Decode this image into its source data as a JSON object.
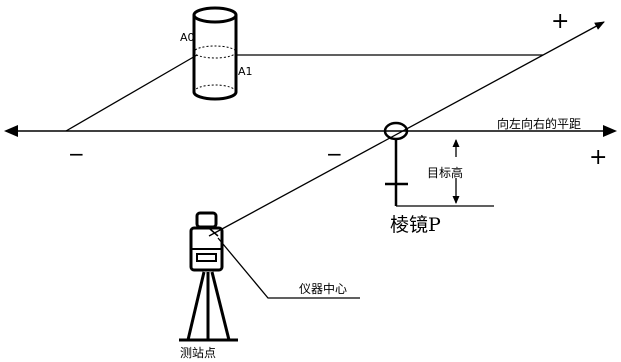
{
  "labels": {
    "a0": "A0",
    "a1": "A1",
    "plus_top": "+",
    "plus_right": "+",
    "minus_left": "−",
    "minus_mid": "−",
    "horizontal_distance": "向左向右的平距",
    "target_height": "目标高",
    "prism": "棱镜P",
    "instrument_center": "仪器中心",
    "station": "测站点"
  }
}
